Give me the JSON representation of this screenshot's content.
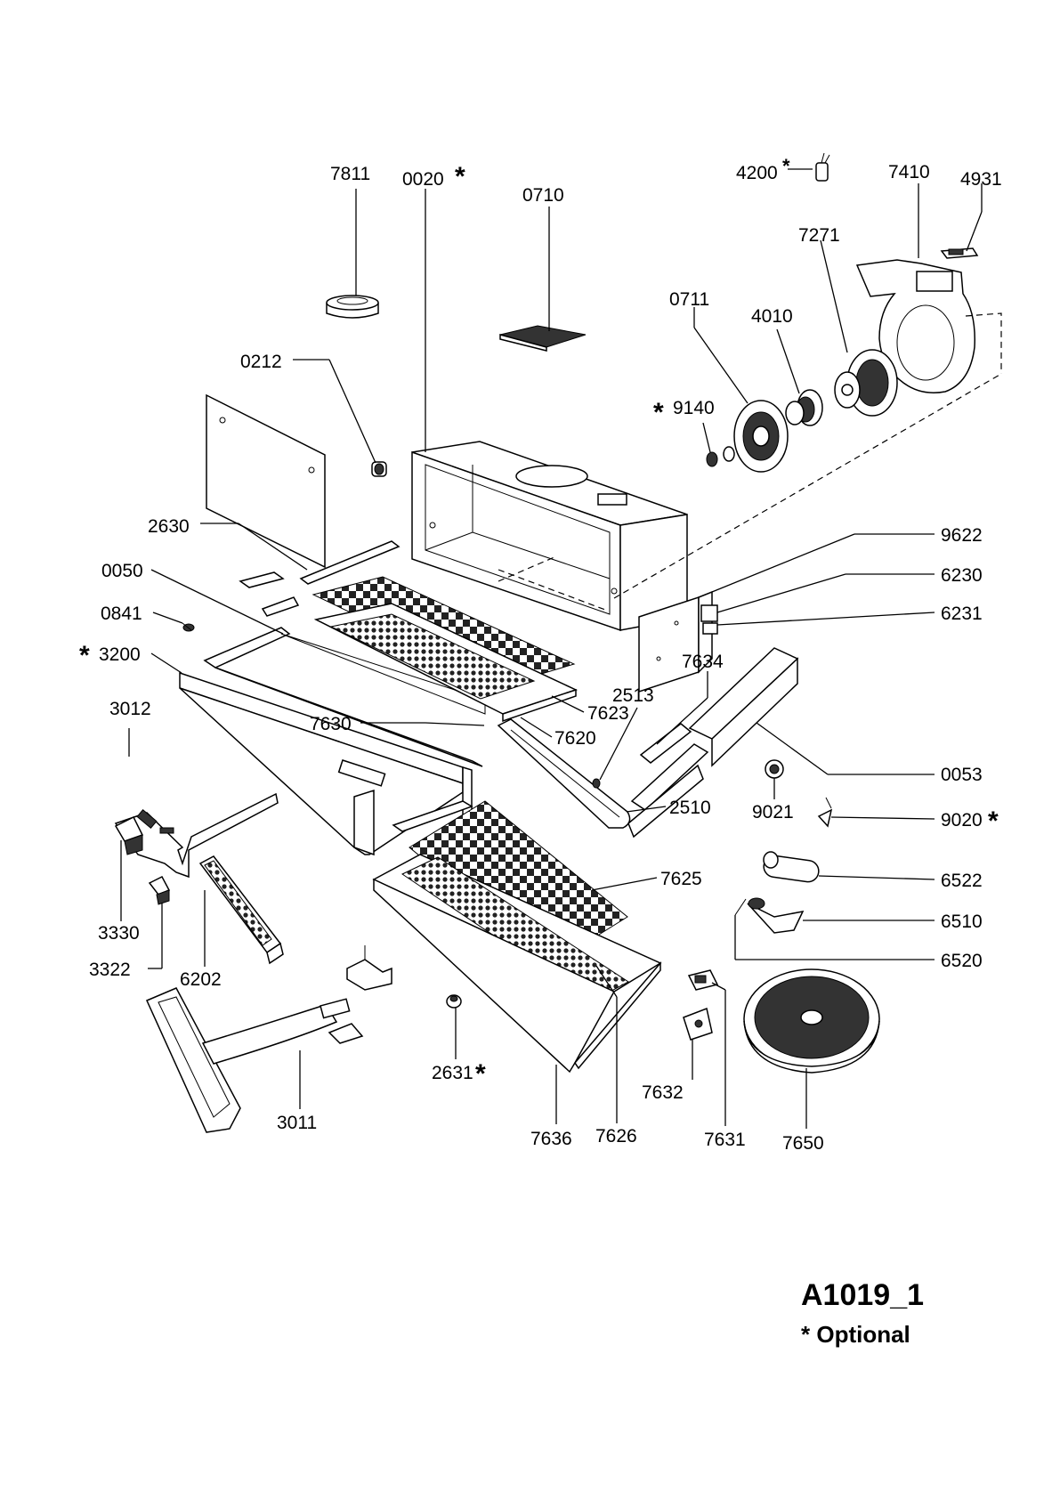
{
  "drawing_code": "A1019_1",
  "optional_note": "* Optional",
  "star": "*",
  "parts": [
    {
      "id": "7811",
      "optional": false
    },
    {
      "id": "0020",
      "optional": true
    },
    {
      "id": "0710",
      "optional": false
    },
    {
      "id": "4200",
      "optional": true
    },
    {
      "id": "7410",
      "optional": false
    },
    {
      "id": "4931",
      "optional": false
    },
    {
      "id": "7271",
      "optional": false
    },
    {
      "id": "0711",
      "optional": false
    },
    {
      "id": "4010",
      "optional": false
    },
    {
      "id": "0212",
      "optional": false
    },
    {
      "id": "9140",
      "optional": true
    },
    {
      "id": "2630",
      "optional": false
    },
    {
      "id": "9622",
      "optional": false
    },
    {
      "id": "0050",
      "optional": false
    },
    {
      "id": "6230",
      "optional": false
    },
    {
      "id": "0841",
      "optional": false
    },
    {
      "id": "6231",
      "optional": false
    },
    {
      "id": "3200",
      "optional": true
    },
    {
      "id": "7634",
      "optional": false
    },
    {
      "id": "3012",
      "optional": false
    },
    {
      "id": "2513",
      "optional": false
    },
    {
      "id": "7623",
      "optional": false
    },
    {
      "id": "7630",
      "optional": false
    },
    {
      "id": "7620",
      "optional": false
    },
    {
      "id": "0053",
      "optional": false
    },
    {
      "id": "9021",
      "optional": false
    },
    {
      "id": "2510",
      "optional": false
    },
    {
      "id": "9020",
      "optional": true
    },
    {
      "id": "7625",
      "optional": false
    },
    {
      "id": "6522",
      "optional": false
    },
    {
      "id": "3330",
      "optional": false
    },
    {
      "id": "6510",
      "optional": false
    },
    {
      "id": "6520",
      "optional": false
    },
    {
      "id": "3322",
      "optional": false
    },
    {
      "id": "6202",
      "optional": false
    },
    {
      "id": "2631",
      "optional": true
    },
    {
      "id": "7632",
      "optional": false
    },
    {
      "id": "3011",
      "optional": false
    },
    {
      "id": "7636",
      "optional": false
    },
    {
      "id": "7626",
      "optional": false
    },
    {
      "id": "7631",
      "optional": false
    },
    {
      "id": "7650",
      "optional": false
    }
  ]
}
